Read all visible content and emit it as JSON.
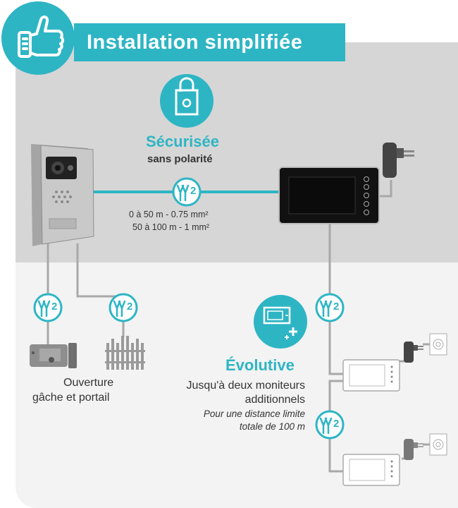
{
  "header": {
    "title": "Installation simplifiée"
  },
  "secure": {
    "title": "Sécurisée",
    "subtitle": "sans polarité"
  },
  "cable_badge": {
    "count": "2"
  },
  "distance": {
    "line1": "0 à 50 m - 0.75 mm²",
    "line2": "50 à 100 m - 1 mm²"
  },
  "outputs": {
    "line1": "Ouverture",
    "line2": "gâche et portail"
  },
  "evolutive": {
    "title": "Évolutive",
    "line1": "Jusqu'à deux moniteurs",
    "line2": "additionnels",
    "note1": "Pour une distance limite",
    "note2": "totale de 100 m"
  },
  "colors": {
    "accent": "#2eb5c4",
    "band": "#d6d6d6",
    "text": "#333333",
    "wire": "#a8a8a8"
  },
  "icons": [
    "thumbs-up-icon",
    "padlock-icon",
    "wire-pair-icon",
    "add-monitor-icon",
    "electric-strike-icon",
    "gate-icon",
    "power-adapter-icon",
    "wall-socket-icon"
  ]
}
